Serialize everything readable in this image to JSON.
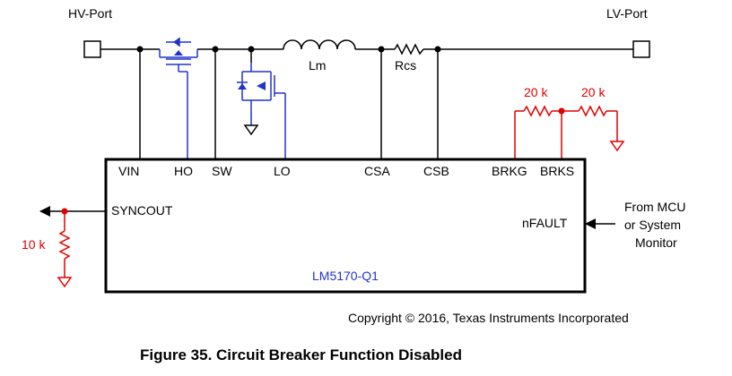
{
  "ports": {
    "hv": "HV-Port",
    "lv": "LV-Port"
  },
  "components": {
    "inductor": "Lm",
    "sense_resistor": "Rcs",
    "r_top_left": "20 k",
    "r_top_right": "20 k",
    "r_pulldown": "10 k"
  },
  "ic": {
    "name": "LM5170-Q1",
    "pins": {
      "vin": "VIN",
      "ho": "HO",
      "sw": "SW",
      "lo": "LO",
      "csa": "CSA",
      "csb": "CSB",
      "brkg": "BRKG",
      "brks": "BRKS",
      "syncout": "SYNCOUT",
      "nfault": "nFAULT"
    }
  },
  "annotation": {
    "line1": "From MCU",
    "line2": "or System",
    "line3": "Monitor"
  },
  "copyright": "Copyright © 2016, Texas Instruments Incorporated",
  "caption": "Figure 35.  Circuit Breaker Function Disabled",
  "colors": {
    "wire": "#000000",
    "highlight": "#e00000",
    "ic_label": "#2233cc"
  }
}
